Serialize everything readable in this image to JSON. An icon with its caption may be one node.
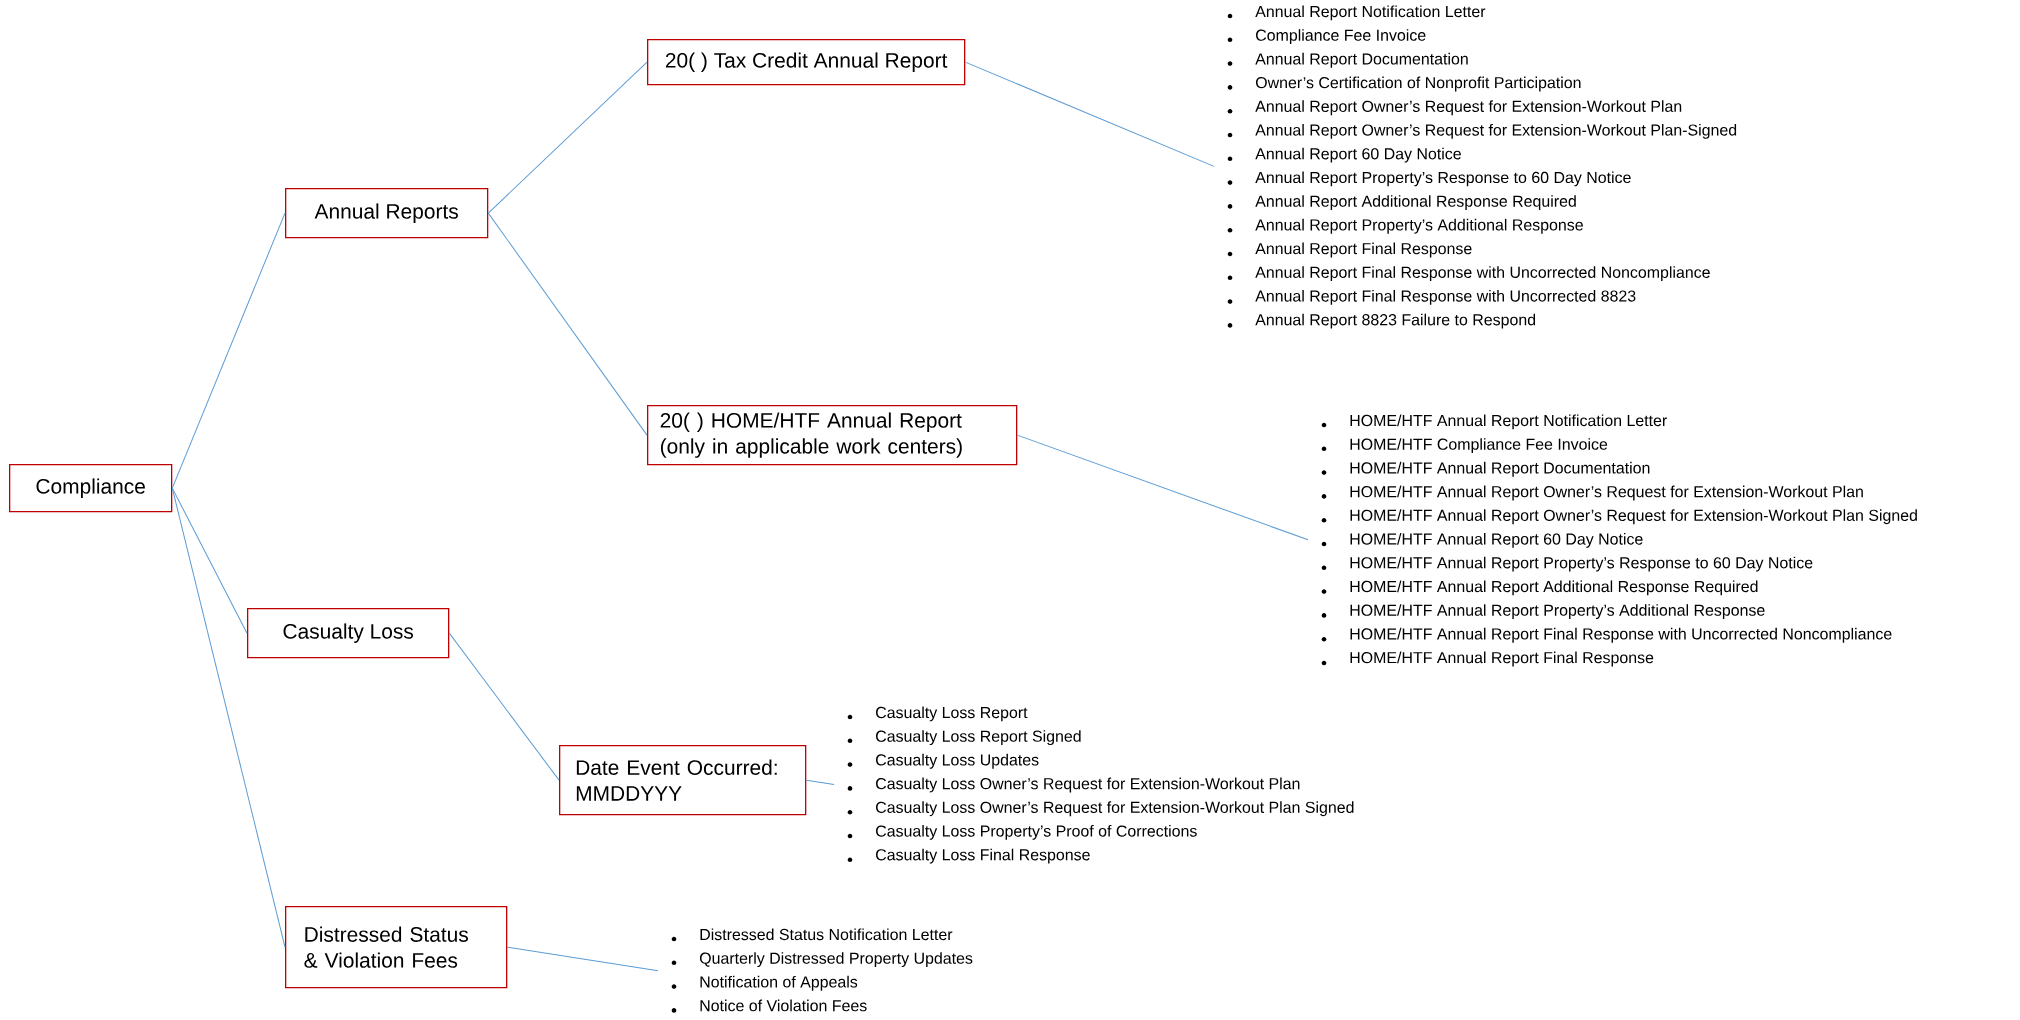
{
  "diagram": {
    "nodes": [
      {
        "text": [
          "Compliance"
        ]
      },
      {
        "text": [
          "Annual Reports"
        ]
      },
      {
        "text": [
          "20( ) Tax Credit Annual Report"
        ]
      },
      {
        "text": [
          "20( ) HOME/HTF Annual Report (only in applicable work centers)"
        ]
      },
      {
        "text": [
          "Casualty Loss"
        ]
      },
      {
        "text": [
          "Date Event Occurred: MMDDYYY"
        ]
      },
      {
        "text": [
          "Distressed Status & Violation Fees"
        ]
      },
      {
        "text": [
          "Annual Report Notification Letter",
          "Compliance Fee Invoice",
          "Annual Report Documentation",
          "Owner’s Certification of Nonprofit Participation",
          "Annual Report Owner’s Request for Extension-Workout Plan",
          "Annual Report Owner’s Request for Extension-Workout Plan-Signed",
          "Annual Report 60 Day Notice",
          "Annual Report Property’s Response to 60 Day Notice",
          "Annual Report Additional Response Required",
          "Annual Report Property’s Additional Response",
          "Annual Report Final Response",
          "Annual Report Final Response with Uncorrected Noncompliance",
          "Annual Report Final Response with Uncorrected 8823",
          "Annual Report 8823 Failure to Respond"
        ]
      },
      {
        "text": [
          "HOME/HTF Annual Report Notification Letter",
          "HOME/HTF Compliance Fee Invoice",
          "HOME/HTF Annual Report Documentation",
          "HOME/HTF Annual Report Owner’s Request for Extension-Workout Plan",
          "HOME/HTF Annual Report Owner’s Request for Extension-Workout Plan Signed",
          "HOME/HTF Annual Report 60 Day Notice",
          "HOME/HTF Annual Report Property’s Response to 60 Day Notice",
          "HOME/HTF Annual Report Additional Response Required",
          "HOME/HTF Annual Report Property’s Additional Response",
          "HOME/HTF Annual Report Final Response with Uncorrected Noncompliance",
          "HOME/HTF Annual Report Final Response"
        ]
      },
      {
        "text": [
          "Casualty Loss Report",
          "Casualty Loss Report Signed",
          "Casualty Loss Updates",
          "Casualty Loss Owner’s Request for Extension-Workout Plan",
          "Casualty Loss Owner’s Request for Extension-Workout Plan Signed",
          "Casualty Loss Property’s Proof of Corrections",
          "Casualty Loss Final Response"
        ]
      },
      {
        "text": [
          "Distressed Status Notification Letter",
          "Quarterly Distressed Property Updates",
          "Notification of Appeals",
          "Notice of Violation Fees"
        ]
      }
    ],
    "edges": [
      {
        "from": 0,
        "to": 1,
        "arrow": "none"
      },
      {
        "from": 0,
        "to": 4,
        "arrow": "none"
      },
      {
        "from": 0,
        "to": 6,
        "arrow": "none"
      },
      {
        "from": 1,
        "to": 2,
        "arrow": "none"
      },
      {
        "from": 1,
        "to": 3,
        "arrow": "none"
      },
      {
        "from": 4,
        "to": 5,
        "arrow": "none"
      },
      {
        "from": 2,
        "to": 7,
        "arrow": "none"
      },
      {
        "from": 3,
        "to": 8,
        "arrow": "none"
      },
      {
        "from": 5,
        "to": 9,
        "arrow": "none"
      },
      {
        "from": 6,
        "to": 10,
        "arrow": "none"
      }
    ]
  }
}
